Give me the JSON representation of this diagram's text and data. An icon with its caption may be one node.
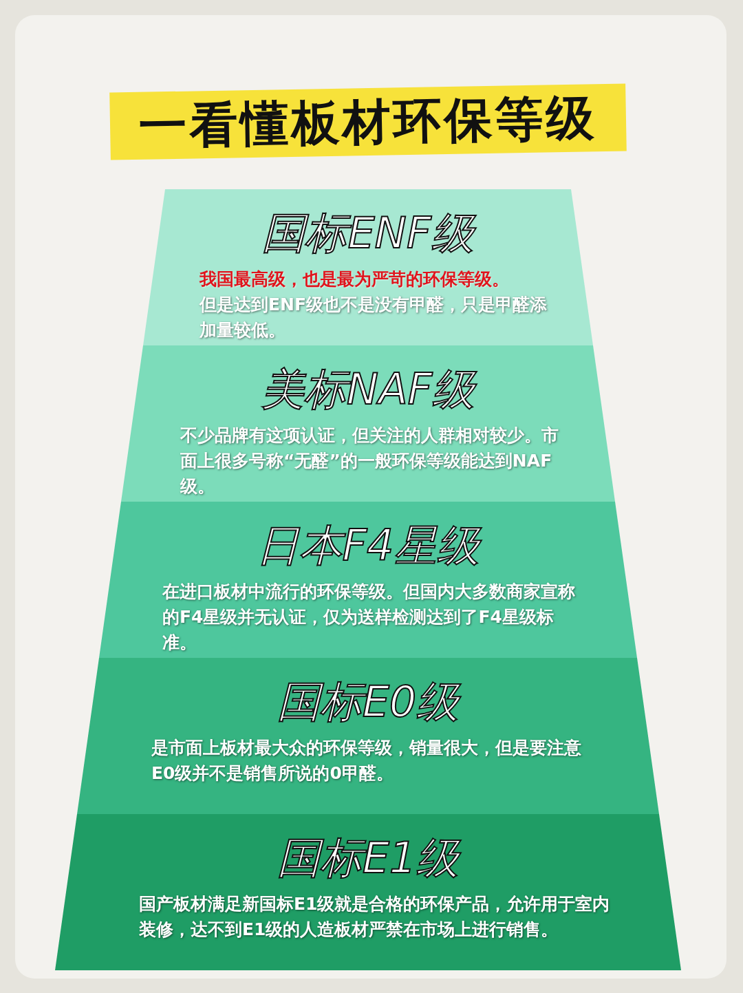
{
  "diagram": {
    "title": "一看懂板材环保等级",
    "nodes": [
      {
        "text": [
          "国标ENF级",
          "我国最高级，也是最为严苛的环保等级。",
          "但是达到ENF级也不是没有甲醛，只是甲醛添加量较低。"
        ]
      },
      {
        "text": [
          "美标NAF级",
          "不少品牌有这项认证，但关注的人群相对较少。市面上很多号称“无醛”的一般环保等级能达到NAF级。"
        ]
      },
      {
        "text": [
          "日本F4星级",
          "在进口板材中流行的环保等级。但国内大多数商家宣称的F4星级并无认证，仅为送样检测达到了F4星级标准。"
        ]
      },
      {
        "text": [
          "国标E0级",
          "是市面上板材最大众的环保等级，销量很大，但是要注意E0级并不是销售所说的0甲醛。"
        ]
      },
      {
        "text": [
          "国标E1级",
          "国产板材满足新国标E1级就是合格的环保产品，允许用于室内装修，达不到E1级的人造板材严禁在市场上进行销售。"
        ]
      }
    ]
  }
}
